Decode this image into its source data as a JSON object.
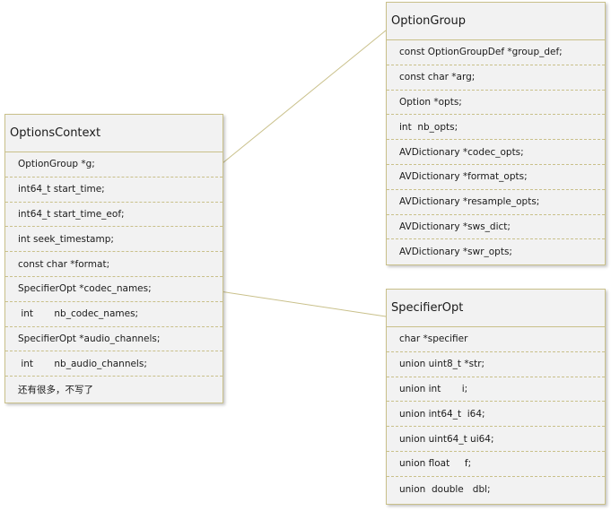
{
  "options_context": {
    "title": "OptionsContext",
    "fields": [
      "OptionGroup *g;",
      "int64_t start_time;",
      "int64_t start_time_eof;",
      "int seek_timestamp;",
      "const char *format;",
      "SpecifierOpt *codec_names;",
      " int       nb_codec_names;",
      "SpecifierOpt *audio_channels;",
      " int       nb_audio_channels;",
      "还有很多，不写了"
    ]
  },
  "option_group": {
    "title": "OptionGroup",
    "fields": [
      "const OptionGroupDef *group_def;",
      "const char *arg;",
      "Option *opts;",
      "int  nb_opts;",
      "AVDictionary *codec_opts;",
      "AVDictionary *format_opts;",
      "AVDictionary *resample_opts;",
      "AVDictionary *sws_dict;",
      "AVDictionary *swr_opts;"
    ]
  },
  "specifier_opt": {
    "title": "SpecifierOpt",
    "fields": [
      "char *specifier",
      "union uint8_t *str;",
      "union int       i;",
      "union int64_t  i64;",
      "union uint64_t ui64;",
      "union float     f;",
      "union  double   dbl;"
    ]
  },
  "connector_color": "#c9c08a"
}
